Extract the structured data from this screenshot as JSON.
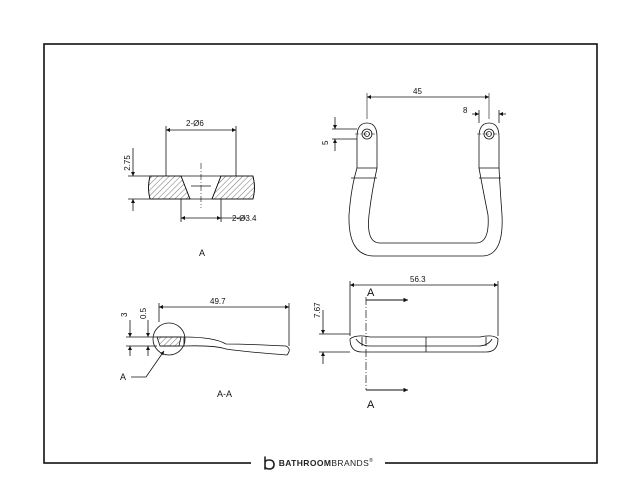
{
  "views": {
    "section_a": {
      "label": "A",
      "dims": {
        "top_width": "2-Ø6",
        "height": "2.75",
        "bottom_width": "2-Ø3.4"
      }
    },
    "top_view": {
      "dims": {
        "overall_width": "45",
        "hole_spacing": "8",
        "end_height": "5"
      }
    },
    "side_section": {
      "label": "A-A",
      "callout": "A",
      "dims": {
        "length": "49.7",
        "thickness_a": "3",
        "thickness_b": "0.5"
      }
    },
    "front_view": {
      "dims": {
        "overall_width": "56.3",
        "height": "7.67"
      },
      "section_marks": [
        "A",
        "A"
      ]
    }
  },
  "brand": {
    "name_bold": "BATHROOM",
    "name_regular": "BRANDS",
    "mark": "®"
  }
}
